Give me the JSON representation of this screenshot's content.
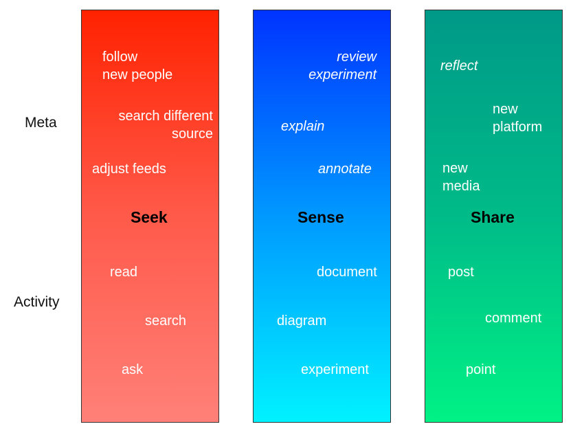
{
  "row_labels": {
    "meta": "Meta",
    "activity": "Activity"
  },
  "columns": {
    "seek": {
      "heading": "Seek",
      "meta": [
        "follow\nnew people",
        "search different\nsource",
        "adjust feeds"
      ],
      "activity": [
        "read",
        "search",
        "ask"
      ]
    },
    "sense": {
      "heading": "Sense",
      "meta": [
        "review\nexperiment",
        "explain",
        "annotate"
      ],
      "activity": [
        "document",
        "diagram",
        "experiment"
      ]
    },
    "share": {
      "heading": "Share",
      "meta": [
        "reflect",
        "new\nplatform",
        "new\nmedia"
      ],
      "activity": [
        "post",
        "comment",
        "point"
      ]
    }
  },
  "colors": {
    "seek_top": "#ff2200",
    "seek_bottom": "#ff8078",
    "sense_top": "#0033ff",
    "sense_bottom": "#00f2ff",
    "share_top": "#009988",
    "share_bottom": "#00f285"
  }
}
